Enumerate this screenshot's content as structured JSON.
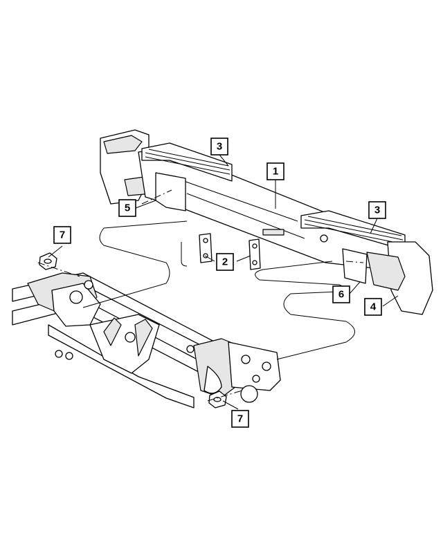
{
  "callouts": {
    "c1": "1",
    "c2": "2",
    "c3a": "3",
    "c3b": "3",
    "c4": "4",
    "c5": "5",
    "c6": "6",
    "c7a": "7",
    "c7b": "7"
  },
  "colors": {
    "line": "#000000",
    "background": "#ffffff",
    "shade": "#e6e6e6"
  }
}
